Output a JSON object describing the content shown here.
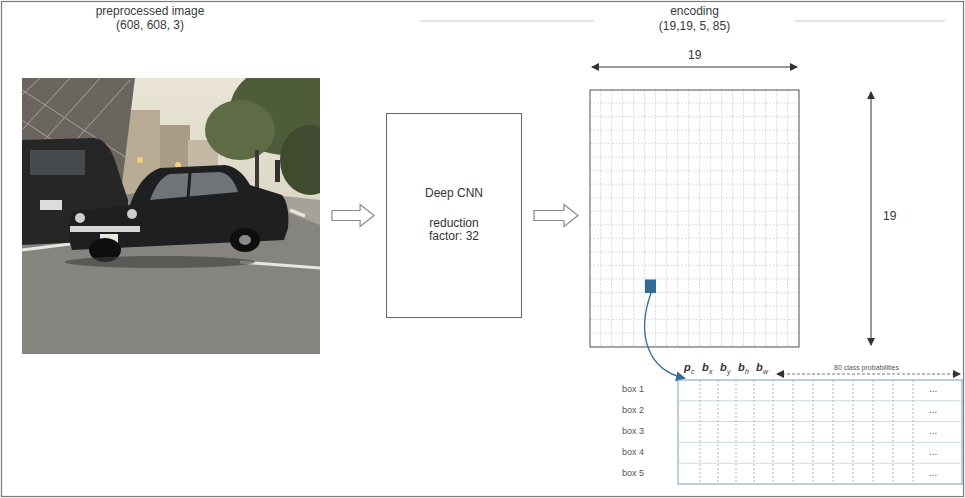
{
  "diagram": {
    "nodes": [
      {
        "text": [
          "preprocessed image",
          "(608, 608, 3)"
        ]
      },
      {
        "text": [
          "Deep CNN",
          "reduction factor: 32"
        ]
      },
      {
        "text": [
          "encoding",
          "(19,19, 5, 85)"
        ]
      }
    ],
    "edges": [
      {
        "from": 0,
        "to": 1,
        "arrow": "to"
      },
      {
        "from": 1,
        "to": 2,
        "arrow": "to"
      }
    ],
    "labels": [
      "19",
      "19",
      "p",
      "c",
      "b",
      "x",
      "b",
      "y",
      "b",
      "h",
      "b",
      "w",
      "80 class probabilities",
      "box 1",
      "box 2",
      "box 3",
      "box 4",
      "box 5",
      "...",
      "...",
      "...",
      "...",
      "..."
    ]
  }
}
